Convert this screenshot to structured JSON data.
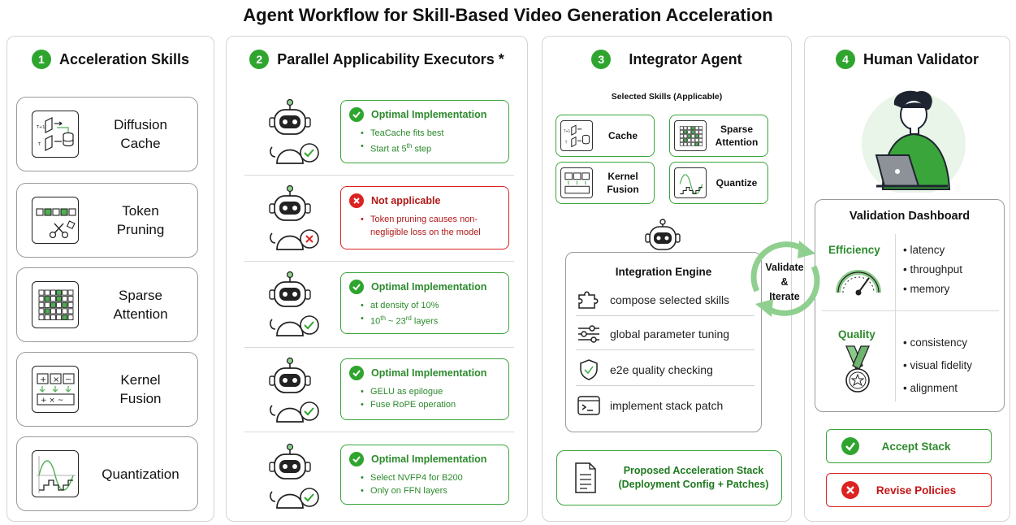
{
  "title": "Agent Workflow for Skill-Based Video Generation Acceleration",
  "colors": {
    "green": "#2fa52f",
    "red": "#d22222",
    "border": "#9a9a9a"
  },
  "columns": [
    {
      "number": "1",
      "title": "Acceleration Skills"
    },
    {
      "number": "2",
      "title": "Parallel Applicability Executors *"
    },
    {
      "number": "3",
      "title": "Integrator Agent"
    },
    {
      "number": "4",
      "title": "Human Validator"
    }
  ],
  "skills": [
    {
      "label": "Diffusion\nCache",
      "icon": "diffusion-cache-icon"
    },
    {
      "label": "Token\nPruning",
      "icon": "token-pruning-icon"
    },
    {
      "label": "Sparse\nAttention",
      "icon": "sparse-attention-icon"
    },
    {
      "label": "Kernel\nFusion",
      "icon": "kernel-fusion-icon"
    },
    {
      "label": "Quantization",
      "icon": "quantization-icon"
    }
  ],
  "executors": [
    {
      "status": "ok",
      "heading": "Optimal Implementation",
      "bullets": [
        {
          "text": "TeaCache fits best"
        },
        {
          "pre": "Start at 5",
          "sup": "th",
          "post": " step"
        }
      ]
    },
    {
      "status": "bad",
      "heading": "Not applicable",
      "bullets": [
        {
          "text": "Token pruning causes non-negligible loss on the model"
        }
      ]
    },
    {
      "status": "ok",
      "heading": "Optimal Implementation",
      "bullets": [
        {
          "text": "at density of 10%"
        },
        {
          "pre": "10",
          "sup": "th",
          "mid": " ~ 23",
          "sup2": "rd",
          "post": " layers"
        }
      ]
    },
    {
      "status": "ok",
      "heading": "Optimal Implementation",
      "bullets": [
        {
          "text": "GELU as epilogue"
        },
        {
          "text": "Fuse RoPE operation"
        }
      ]
    },
    {
      "status": "ok",
      "heading": "Optimal Implementation",
      "bullets": [
        {
          "text": "Select NVFP4 for B200"
        },
        {
          "text": "Only on FFN layers"
        }
      ]
    }
  ],
  "integrator": {
    "selected_title": "Selected Skills (Applicable)",
    "selected": [
      {
        "label": "Cache"
      },
      {
        "label": "Sparse\nAttention"
      },
      {
        "label": "Kernel\nFusion"
      },
      {
        "label": "Quantize"
      }
    ],
    "engine_title": "Integration Engine",
    "engine_steps": [
      {
        "label": "compose selected skills",
        "icon": "puzzle-icon"
      },
      {
        "label": "global parameter tuning",
        "icon": "sliders-icon"
      },
      {
        "label": "e2e quality checking",
        "icon": "shield-check-icon"
      },
      {
        "label": "implement stack patch",
        "icon": "terminal-icon"
      }
    ],
    "stack_label": "Proposed Acceleration Stack\n(Deployment Config + Patches)"
  },
  "loop_label": "Validate\n&\nIterate",
  "validator": {
    "dashboard_title": "Validation Dashboard",
    "efficiency_title": "Efficiency",
    "efficiency_items": [
      "latency",
      "throughput",
      "memory"
    ],
    "quality_title": "Quality",
    "quality_items": [
      "consistency",
      "visual fidelity",
      "alignment"
    ],
    "accept_label": "Accept Stack",
    "revise_label": "Revise Policies"
  }
}
